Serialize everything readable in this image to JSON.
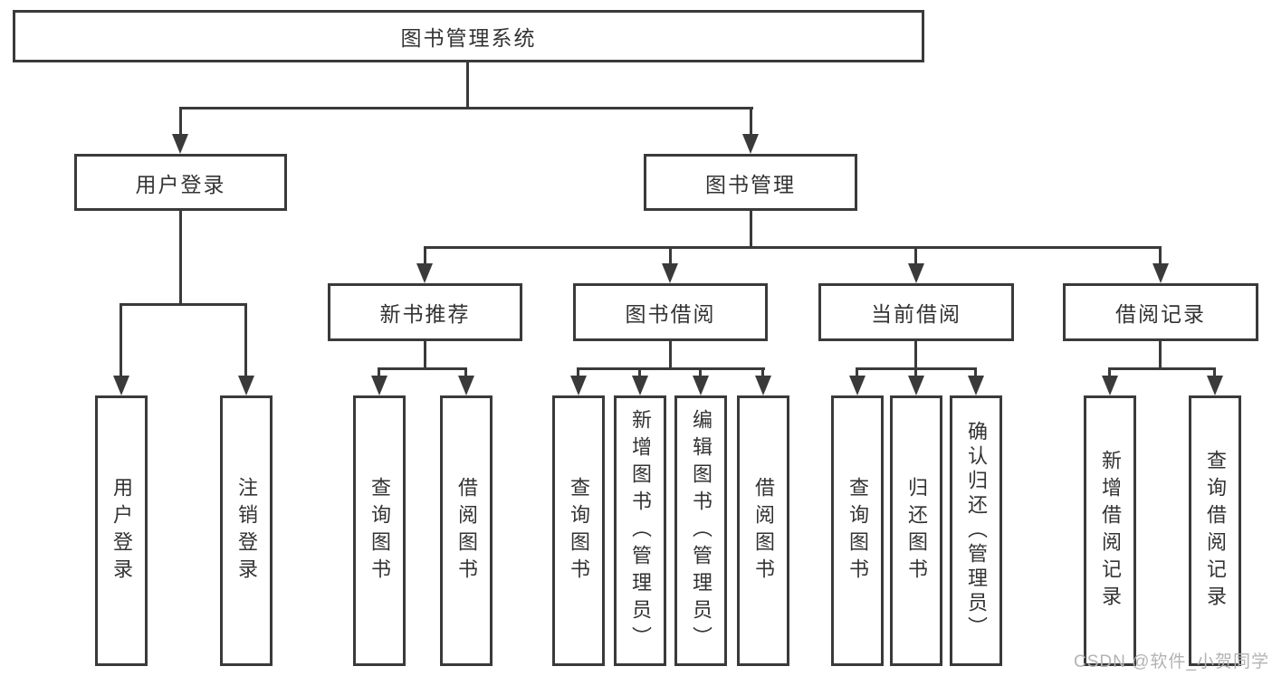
{
  "diagram_title": "图书管理系统",
  "tree": {
    "label": "图书管理系统",
    "children": [
      {
        "label": "用户登录",
        "children": [
          {
            "label": "用户登录"
          },
          {
            "label": "注销登录"
          }
        ]
      },
      {
        "label": "图书管理",
        "children": [
          {
            "label": "新书推荐",
            "children": [
              {
                "label": "查询图书"
              },
              {
                "label": "借阅图书"
              }
            ]
          },
          {
            "label": "图书借阅",
            "children": [
              {
                "label": "查询图书"
              },
              {
                "label": "新增图书（管理员）"
              },
              {
                "label": "编辑图书（管理员）"
              },
              {
                "label": "借阅图书"
              }
            ]
          },
          {
            "label": "当前借阅",
            "children": [
              {
                "label": "查询图书"
              },
              {
                "label": "归还图书"
              },
              {
                "label": "确认归还（管理员）"
              }
            ]
          },
          {
            "label": "借阅记录",
            "children": [
              {
                "label": "新增借阅记录"
              },
              {
                "label": "查询借阅记录"
              }
            ]
          }
        ]
      }
    ]
  },
  "watermark": "CSDN @软件_小贺同学",
  "colors": {
    "line": "#3a3a3a",
    "text": "#333333",
    "watermark": "#b3b3b3",
    "background": "#ffffff"
  }
}
